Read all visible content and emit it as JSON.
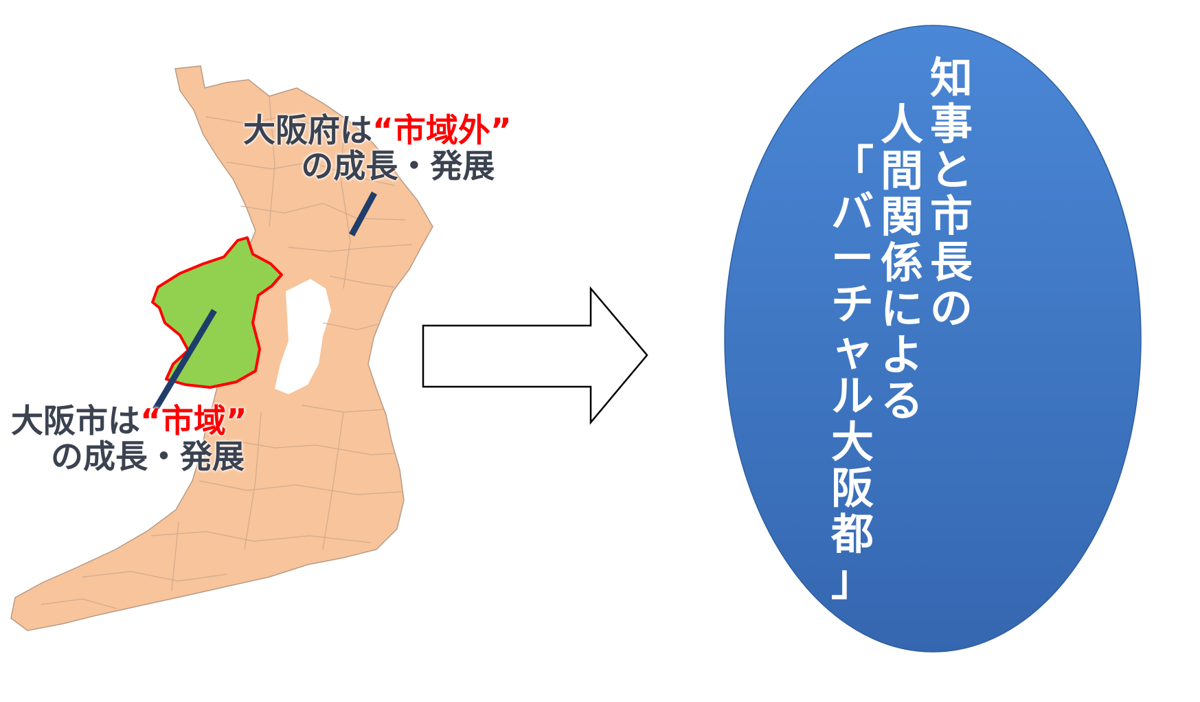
{
  "labels": {
    "fu": {
      "line1_pre": "大阪府は",
      "line1_hl": "“市域外”",
      "line2": "の成長・発展"
    },
    "shi": {
      "line1_pre": "大阪市は",
      "line1_hl": "“市域”",
      "line2": "の成長・発展"
    }
  },
  "ellipse_text": {
    "columns": [
      "知事と市長の",
      "人間関係による",
      "「バーチャル大阪都」"
    ]
  },
  "colors": {
    "prefecture_fill": "#f7c49b",
    "city_fill": "#92d050",
    "city_outline": "#ff0000",
    "highlight": "#ff0000",
    "label_text": "#3b4250",
    "leader_line": "#1f3d6b",
    "ellipse_fill": "#3f79c6",
    "ellipse_text": "#ffffff"
  }
}
